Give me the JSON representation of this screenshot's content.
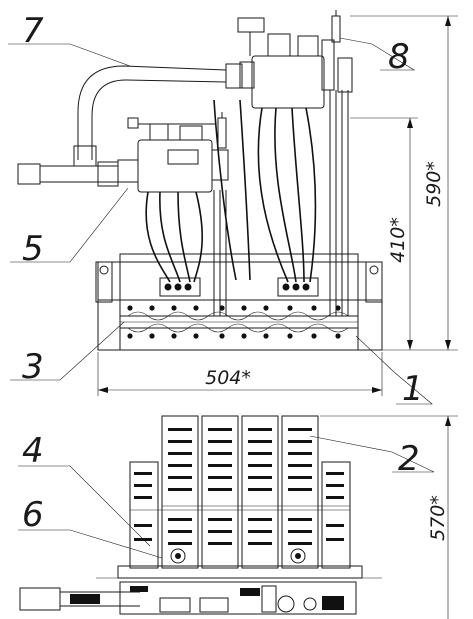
{
  "labels": {
    "item_1": "1",
    "item_2": "2",
    "item_3": "3",
    "item_4": "4",
    "item_5": "5",
    "item_6": "6",
    "item_7": "7",
    "item_8": "8"
  },
  "dimensions": {
    "height_total": "590*",
    "height_lower": "410*",
    "width": "504*",
    "height_bottom_view": "570*"
  }
}
